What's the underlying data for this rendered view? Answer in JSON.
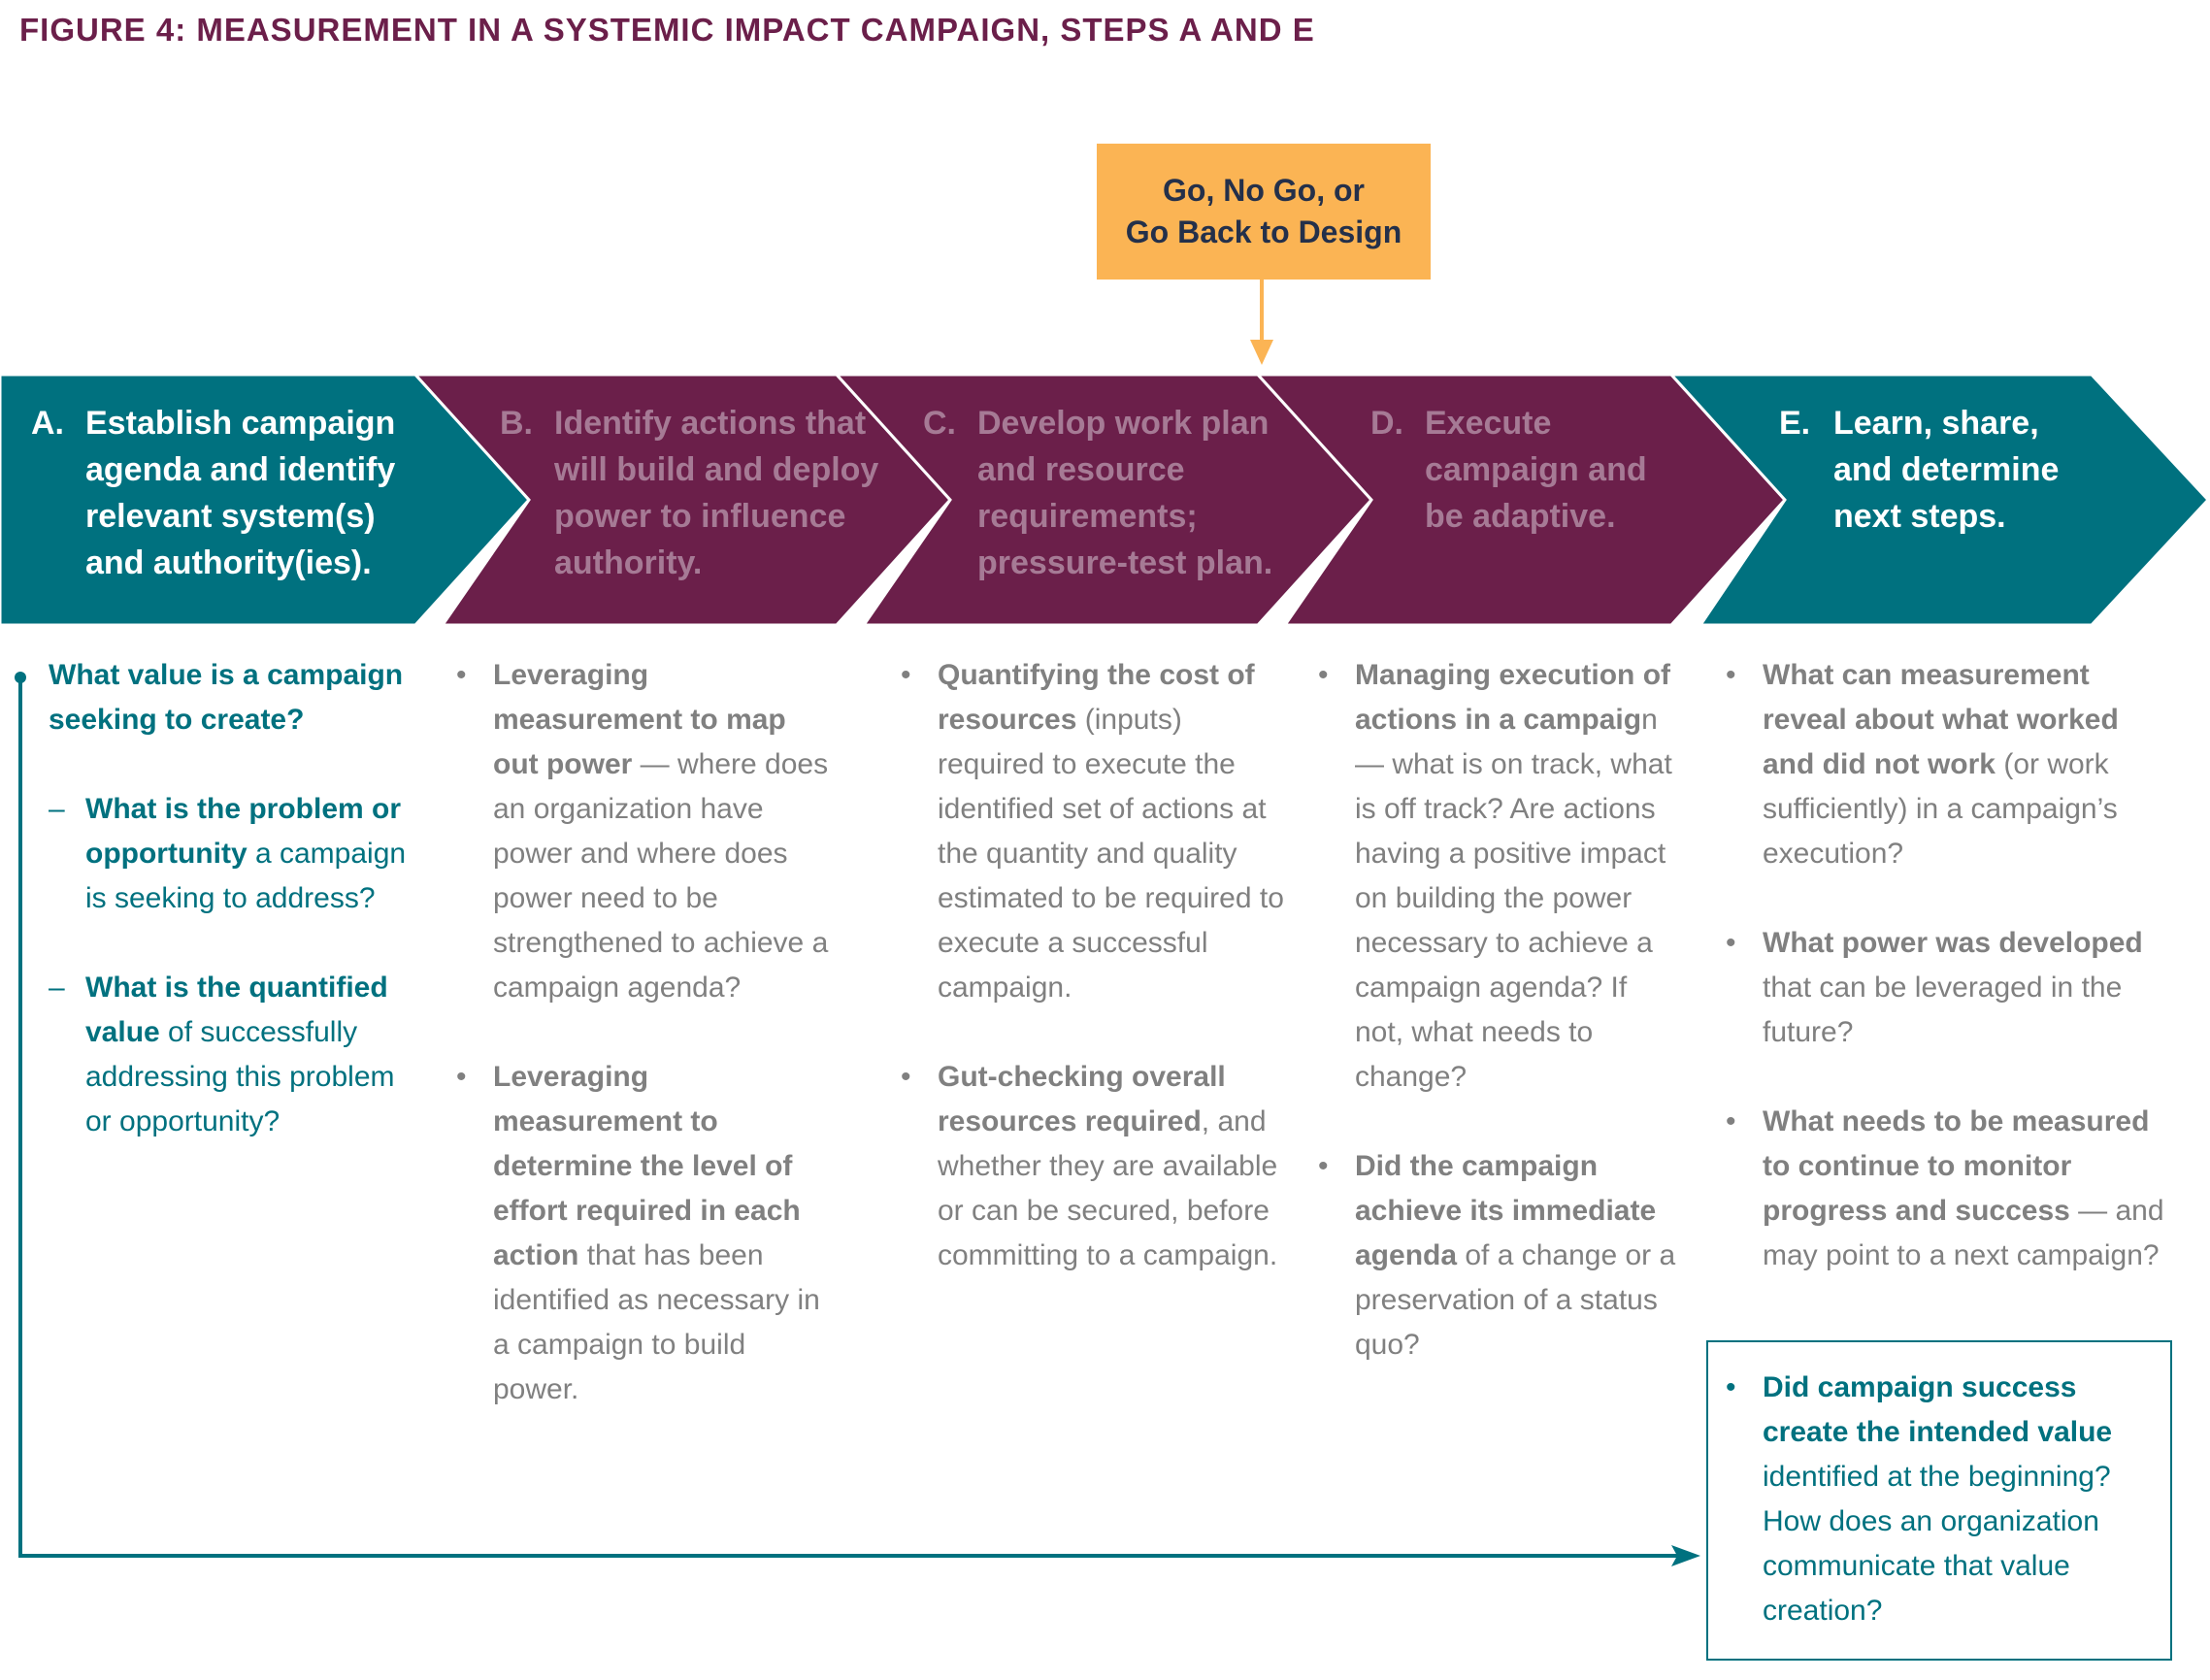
{
  "figure": {
    "title": "FIGURE 4: MEASUREMENT IN A SYSTEMIC IMPACT CAMPAIGN, STEPS A AND E"
  },
  "colors": {
    "teal": "#00717f",
    "plum": "#6b1f4a",
    "orange": "#fbb454",
    "dim_text": "#a67a95",
    "gray_text": "#808080",
    "navy_text": "#24304a"
  },
  "decision": {
    "line1": "Go, No Go, or",
    "line2": "Go Back to Design"
  },
  "steps": [
    {
      "letter": "A.",
      "label": "Establish campaign agenda and identify relevant system(s) and authority(ies).",
      "highlighted": true
    },
    {
      "letter": "B.",
      "label": "Identify actions that will build and deploy power to influence authority.",
      "highlighted": false
    },
    {
      "letter": "C.",
      "label": "Develop work plan and resource requirements; pressure-test plan.",
      "highlighted": false
    },
    {
      "letter": "D.",
      "label": "Execute campaign and be adaptive.",
      "highlighted": false
    },
    {
      "letter": "E.",
      "label": "Learn, share, and determine next steps.",
      "highlighted": true
    }
  ],
  "columns": {
    "A": {
      "question": "What value is a campaign seeking to create?",
      "subs": [
        {
          "bold": "What is the problem or opportunity",
          "rest": " a campaign is seeking to address?"
        },
        {
          "bold": "What is the quantified value",
          "rest": " of successfully addressing this problem or opportunity?"
        }
      ],
      "dash": "–"
    },
    "B": [
      {
        "bold": "Leveraging measurement to map out power",
        "rest": " — where does an organization have power and where does power need to be strengthened to achieve a campaign agenda?"
      },
      {
        "bold": "Leveraging measurement to determine the level of effort required in each action",
        "rest": " that has been identified as necessary in a campaign to build power."
      }
    ],
    "C": [
      {
        "bold": "Quantifying the cost of resources",
        "rest": " (inputs) required to execute the identified set of actions at the quantity and quality estimated to be required to execute a successful campaign."
      },
      {
        "bold": "Gut-checking overall resources required",
        "rest": ", and whether they are available or can be secured, before committing to a campaign."
      }
    ],
    "D": [
      {
        "bold": "Managing execution of actions in a campaig",
        "rest": "n — what is on track, what is off track? Are actions having a positive impact on building the power necessary to achieve a campaign agenda? If not, what needs to change?"
      },
      {
        "bold": "Did the campaign achieve its immediate agenda",
        "rest": " of a change or a preservation of a status quo?"
      }
    ],
    "E": [
      {
        "bold": "What can measurement reveal about what worked and did not work",
        "rest": " (or work sufficiently) in a campaign’s execution?"
      },
      {
        "bold": "What power was developed",
        "rest": " that can be leveraged in the future?"
      },
      {
        "bold": "What needs to be measured to continue to monitor progress and success",
        "rest": " — and may point to a next campaign?"
      }
    ],
    "E_box": {
      "bold": "Did campaign success create the intended value",
      "rest": " identified at the beginning? How does an organization communicate that value creation?"
    }
  },
  "bullet": "•"
}
